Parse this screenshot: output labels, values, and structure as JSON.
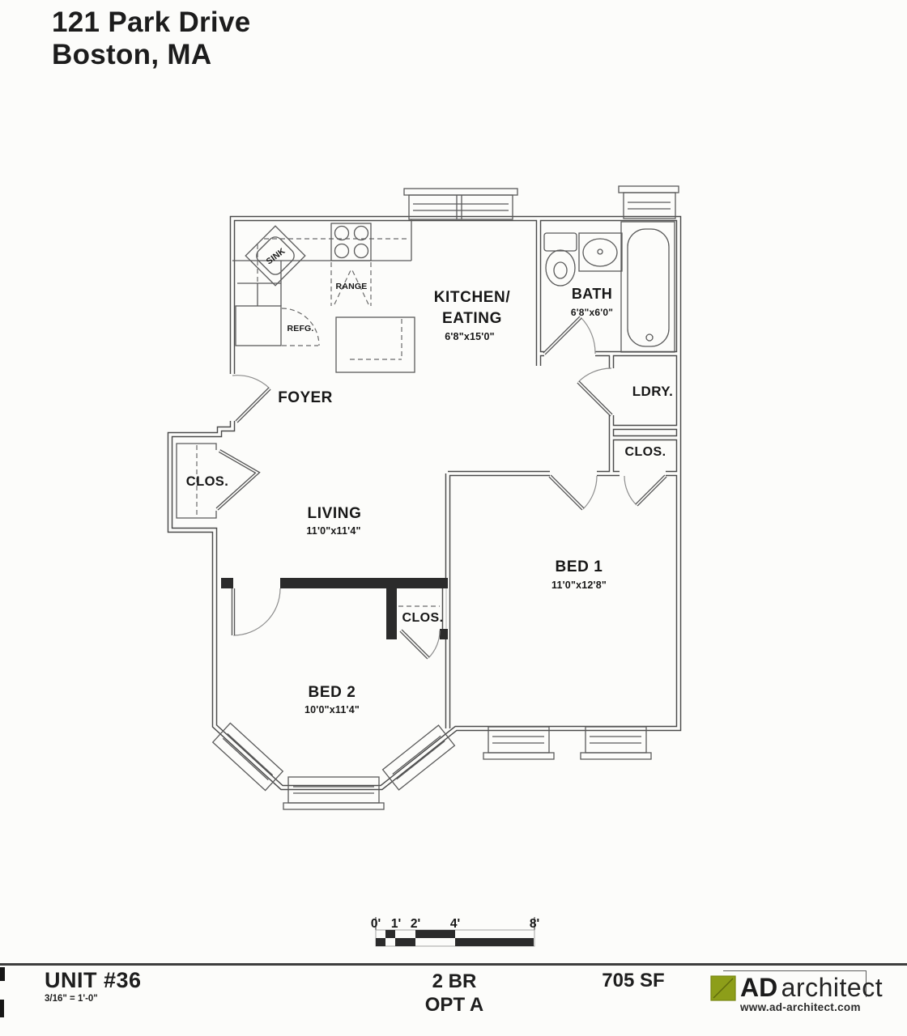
{
  "header": {
    "line1": "121 Park Drive",
    "line2": "Boston, MA"
  },
  "rooms": {
    "kitchen": {
      "label1": "KITCHEN/",
      "label2": "EATING",
      "dims": "6'8\"x15'0\""
    },
    "bath": {
      "label": "BATH",
      "dims": "6'8\"x6'0\""
    },
    "foyer": {
      "label": "FOYER"
    },
    "laundry": {
      "label": "LDRY."
    },
    "hall_closet": {
      "label": "CLOS."
    },
    "entry_closet": {
      "label": "CLOS."
    },
    "bed2_closet": {
      "label": "CLOS."
    },
    "living": {
      "label": "LIVING",
      "dims": "11'0\"x11'4\""
    },
    "bed1": {
      "label": "BED 1",
      "dims": "11'0\"x12'8\""
    },
    "bed2": {
      "label": "BED 2",
      "dims": "10'0\"x11'4\""
    }
  },
  "fixtures": {
    "sink": "SINK",
    "range": "RANGE",
    "refrigerator": "REFG."
  },
  "scale_bar": {
    "labels": [
      "0'",
      "1'",
      "2'",
      "4'",
      "8'"
    ]
  },
  "footer": {
    "unit": "UNIT #36",
    "scale_note": "3/16\" = 1'-0\"",
    "bedrooms": "2 BR",
    "option": "OPT A",
    "area": "705 SF",
    "logo": {
      "bold": "AD",
      "text": "architect",
      "website": "www.ad-architect.com",
      "green": "#8d9e19"
    }
  }
}
